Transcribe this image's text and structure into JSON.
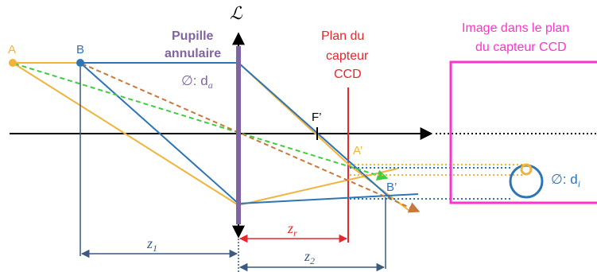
{
  "labels": {
    "lens": "ℒ",
    "point_a": "A",
    "point_b": "B",
    "pupil_line1": "Pupille",
    "pupil_line2": "annulaire",
    "pupil_diameter": "∅: d",
    "pupil_diameter_sub": "a",
    "ccd_plane_line1": "Plan du",
    "ccd_plane_line2": "capteur",
    "ccd_plane_line3": "CCD",
    "image_title_line1": "Image dans le plan",
    "image_title_line2": "du capteur CCD",
    "focal_point": "F’",
    "image_a": "A’",
    "image_b": "B’",
    "image_diameter": "∅: d",
    "image_diameter_sub": "i",
    "z1": "z",
    "z1_sub": "1",
    "zr": "z",
    "zr_sub": "r",
    "z2": "z",
    "z2_sub": "2"
  },
  "colors": {
    "orange_rays": "#f0b43c",
    "blue_rays": "#2e75b6",
    "green_dashed": "#3ccf3c",
    "orange_dashed": "#c8783c",
    "pupil": "#8064a2",
    "ccd_plane": "#e8262c",
    "image_box": "#ff33cc",
    "axis": "#000000",
    "dimension": "#3a5a80"
  }
}
